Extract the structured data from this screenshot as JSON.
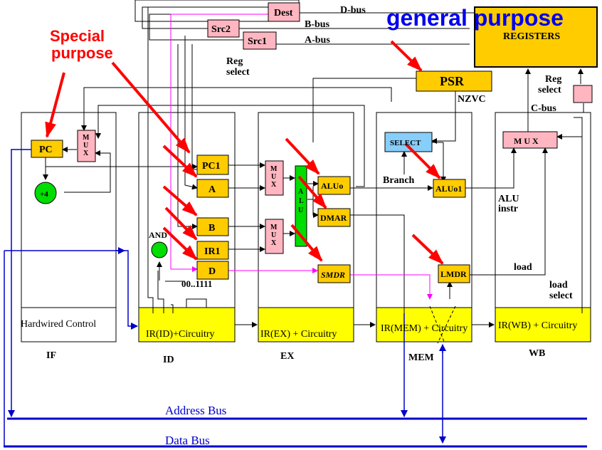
{
  "labels": {
    "special": "Special",
    "purpose": "purpose",
    "general_purpose": "general purpose",
    "registers": "REGISTERS",
    "dest": "Dest",
    "src2": "Src2",
    "src1": "Src1",
    "d_bus": "D-bus",
    "b_bus": "B-bus",
    "a_bus": "A-bus",
    "reg": "Reg",
    "select": "select",
    "psr": "PSR",
    "nzvc": "NZVC",
    "c_bus": "C-bus",
    "pc": "PC",
    "mux": "M U X",
    "plus4": "+4",
    "pc1": "PC1",
    "a": "A",
    "b": "B",
    "ir1": "IR1",
    "d": "D",
    "and": "AND",
    "bits": "00..1111",
    "alu": "A L U",
    "aluo": "ALUo",
    "dmar": "DMAR",
    "smdr": "SMDR",
    "select_box": "SELECT",
    "branch": "Branch",
    "aluo1": "ALUo1",
    "alu_instr_1": "ALU",
    "alu_instr_2": "instr",
    "lmdr": "LMDR",
    "load": "load",
    "load_select_1": "load",
    "load_select_2": "select",
    "hardwired": "Hardwired Control",
    "ir_id": "IR(ID)+Circuitry",
    "ir_ex": "IR(EX) + Circuitry",
    "ir_mem": "IR(MEM) + Circuitry",
    "ir_wb": "IR(WB) + Circuitry",
    "if": "IF",
    "id": "ID",
    "ex": "EX",
    "mem": "MEM",
    "wb": "WB",
    "address_bus": "Address Bus",
    "data_bus": "Data Bus"
  },
  "colors": {
    "yellow": "#FFFF00",
    "orange": "#FFCC00",
    "pink": "#FFB6C1",
    "blue_box": "#87CEFA",
    "green": "#00DD00",
    "red": "#FF0000",
    "bus_blue": "#0000CC",
    "magenta": "#FF00FF",
    "title_blue": "#0000EE"
  }
}
